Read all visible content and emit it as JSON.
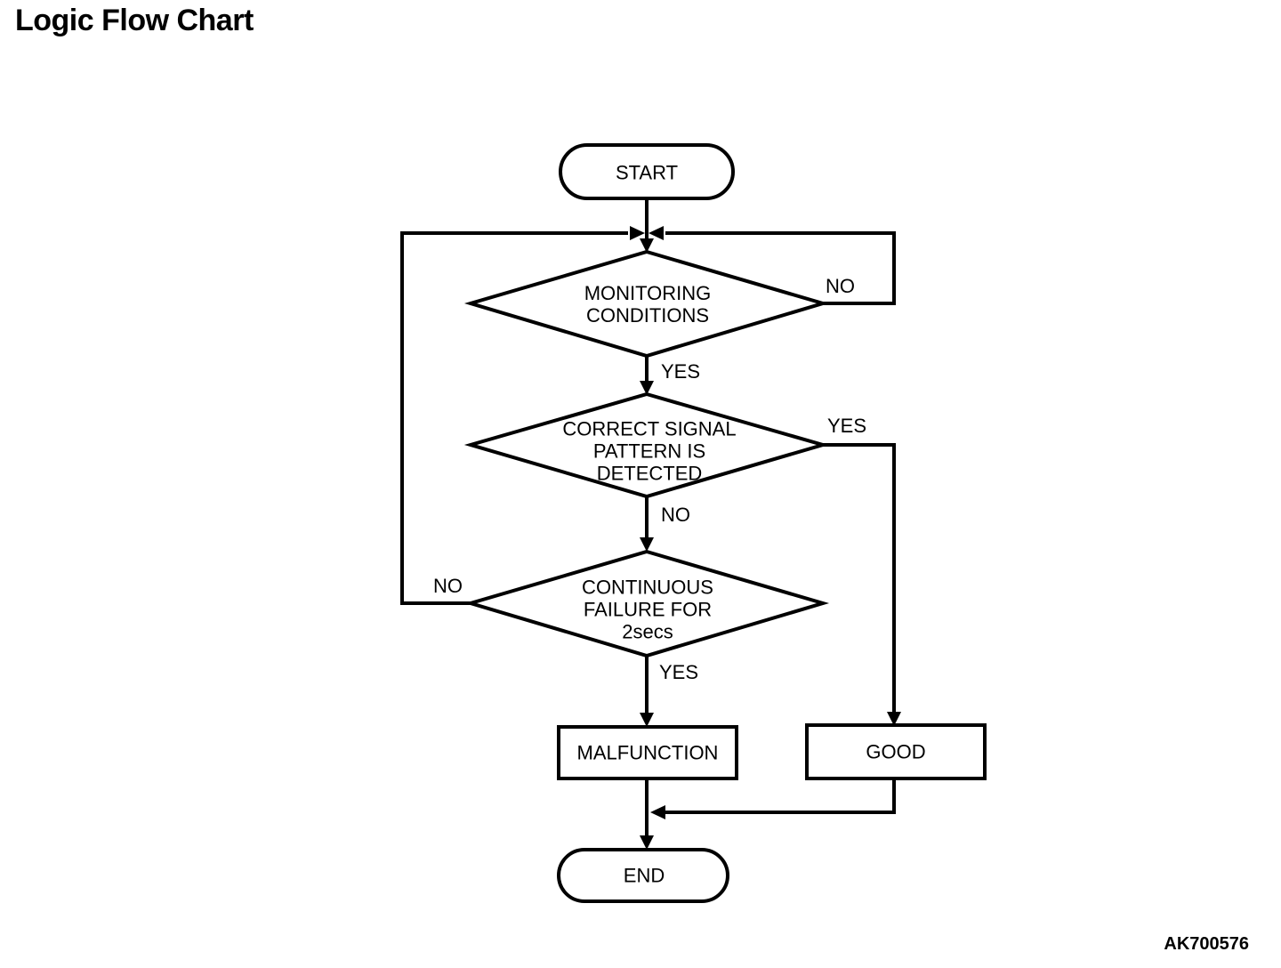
{
  "title": "Logic Flow Chart",
  "figure_code": "AK700576",
  "flowchart": {
    "nodes": {
      "start": {
        "type": "terminator",
        "label": "START"
      },
      "monitoring": {
        "type": "decision",
        "label": "MONITORING\nCONDITIONS"
      },
      "signal": {
        "type": "decision",
        "label": "CORRECT SIGNAL\nPATTERN IS\nDETECTED"
      },
      "failure": {
        "type": "decision",
        "label": "CONTINUOUS\nFAILURE FOR\n2secs"
      },
      "malfunction": {
        "type": "process",
        "label": "MALFUNCTION"
      },
      "good": {
        "type": "process",
        "label": "GOOD"
      },
      "end": {
        "type": "terminator",
        "label": "END"
      }
    },
    "edges": {
      "start_in": {
        "from": "start",
        "to": "monitoring",
        "label": ""
      },
      "monitoring_no": {
        "from": "monitoring",
        "to": "monitoring",
        "label": "NO"
      },
      "monitoring_yes": {
        "from": "monitoring",
        "to": "signal",
        "label": "YES"
      },
      "signal_yes": {
        "from": "signal",
        "to": "good",
        "label": "YES"
      },
      "signal_no": {
        "from": "signal",
        "to": "failure",
        "label": "NO"
      },
      "failure_no": {
        "from": "failure",
        "to": "monitoring",
        "label": "NO"
      },
      "failure_yes": {
        "from": "failure",
        "to": "malfunction",
        "label": "YES"
      },
      "malfunction_out": {
        "from": "malfunction",
        "to": "end",
        "label": ""
      },
      "good_out": {
        "from": "good",
        "to": "end",
        "label": ""
      }
    },
    "line_color": "#000000",
    "background_color": "#ffffff"
  }
}
